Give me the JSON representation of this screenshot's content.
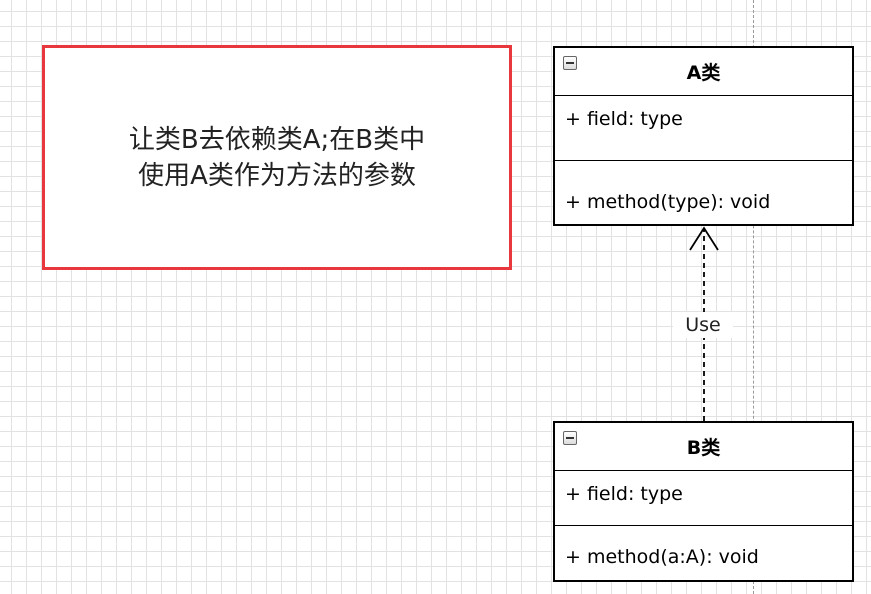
{
  "note": {
    "lines": [
      "让类B去依赖类A;在B类中",
      "使用A类作为方法的参数"
    ],
    "border_color": "#e8383d"
  },
  "classes": {
    "a": {
      "name": "A类",
      "attribute": "+ field: type",
      "operation": "+ method(type): void"
    },
    "b": {
      "name": "B类",
      "attribute": "+ field: type",
      "operation": "+ method(a:A): void"
    }
  },
  "relation": {
    "label": "Use",
    "kind": "dependency"
  },
  "icons": {
    "collapse": "minus-square-icon"
  }
}
